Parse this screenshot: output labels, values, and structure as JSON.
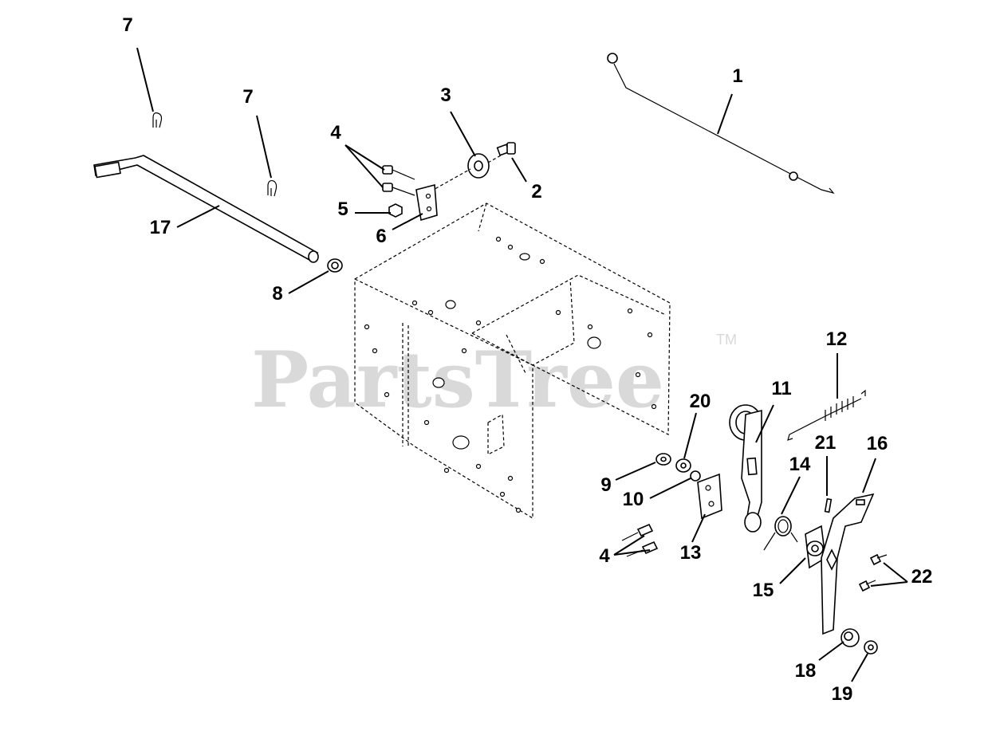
{
  "watermark": {
    "text": "PartsTree",
    "trademark": "TM"
  },
  "callouts": {
    "c1": "1",
    "c2": "2",
    "c3": "3",
    "c4a": "4",
    "c4b": "4",
    "c5": "5",
    "c6": "6",
    "c7a": "7",
    "c7b": "7",
    "c8": "8",
    "c9": "9",
    "c10": "10",
    "c11": "11",
    "c12": "12",
    "c13": "13",
    "c14": "14",
    "c15": "15",
    "c16": "16",
    "c17": "17",
    "c18": "18",
    "c19": "19",
    "c20": "20",
    "c21": "21",
    "c22": "22"
  }
}
